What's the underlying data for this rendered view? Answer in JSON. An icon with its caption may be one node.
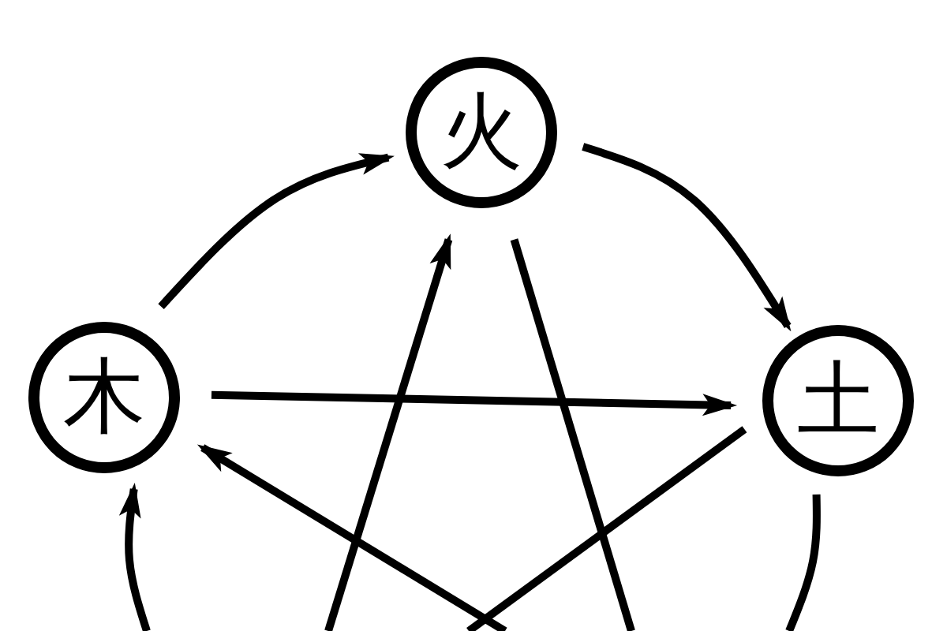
{
  "diagram": {
    "nodes": [
      {
        "text": [
          "火"
        ]
      },
      {
        "text": [
          "木"
        ]
      },
      {
        "text": [
          "土"
        ]
      }
    ],
    "edges": [
      {
        "from": 1,
        "to": 0,
        "arrow": "to"
      },
      {
        "from": 0,
        "to": 2,
        "arrow": "to"
      },
      {
        "from": 1,
        "to": 2,
        "arrow": "to"
      },
      {
        "from": null,
        "to": 0,
        "arrow": "to"
      },
      {
        "from": 0,
        "to": null,
        "arrow": "none"
      },
      {
        "from": 2,
        "to": null,
        "arrow": "none"
      },
      {
        "from": null,
        "to": 1,
        "arrow": "to"
      },
      {
        "from": 2,
        "to": null,
        "arrow": "none"
      },
      {
        "from": null,
        "to": 1,
        "arrow": "to"
      }
    ]
  }
}
